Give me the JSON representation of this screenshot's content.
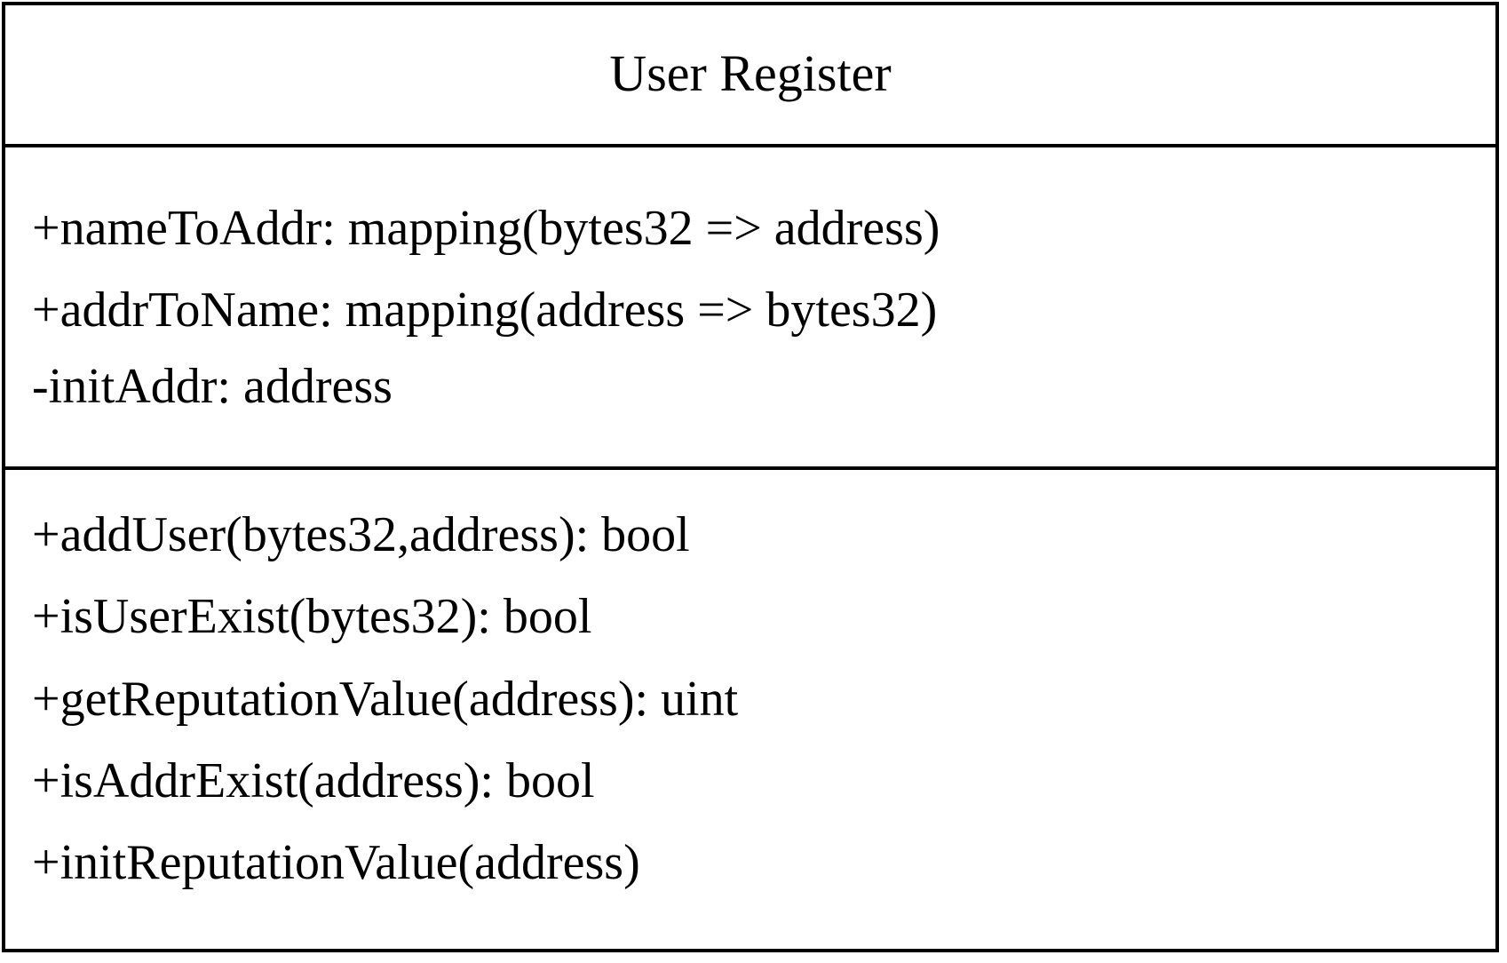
{
  "class": {
    "name": "User Register",
    "attributes": [
      "+nameToAddr: mapping(bytes32 => address)",
      "+addrToName: mapping(address => bytes32)",
      "-initAddr: address"
    ],
    "methods": [
      "+addUser(bytes32,address): bool",
      "+isUserExist(bytes32): bool",
      "+getReputationValue(address): uint",
      "+isAddrExist(address): bool",
      "+initReputationValue(address)"
    ]
  }
}
